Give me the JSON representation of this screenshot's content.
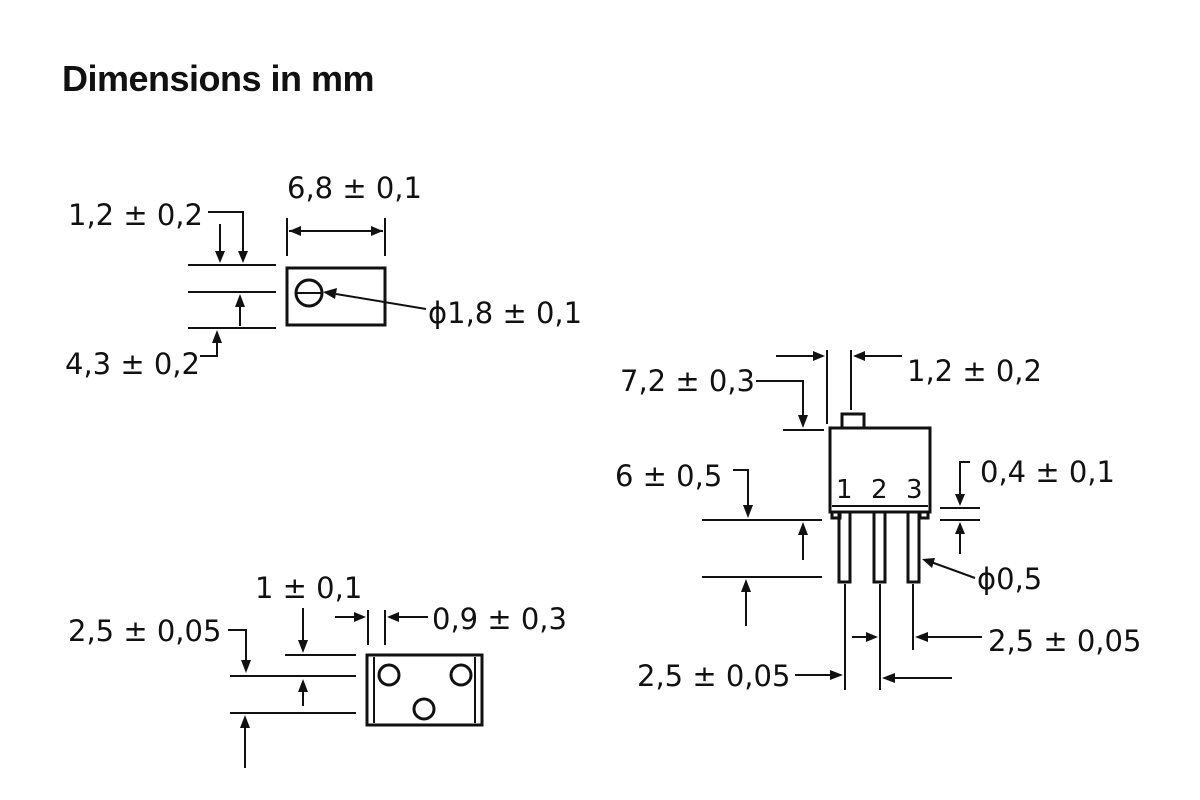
{
  "title": "Dimensions in mm",
  "top_view": {
    "dims": {
      "d1": "1,2 ± 0,2",
      "d2": "6,8 ± 0,1",
      "d3": "ϕ1,8 ± 0,1",
      "d4": "4,3 ± 0,2"
    }
  },
  "side_view": {
    "dims": {
      "d1": "7,2 ± 0,3",
      "d2": "1,2 ± 0,2",
      "d3": "6 ± 0,5",
      "d4": "0,4 ± 0,1",
      "d5": "ϕ0,5",
      "d6": "2,5 ± 0,05",
      "d7": "2,5 ± 0,05"
    },
    "pins": [
      "1",
      "2",
      "3"
    ]
  },
  "bottom_view": {
    "dims": {
      "d1": "1 ± 0,1",
      "d2": "0,9 ± 0,3",
      "d3": "2,5 ± 0,05"
    }
  }
}
